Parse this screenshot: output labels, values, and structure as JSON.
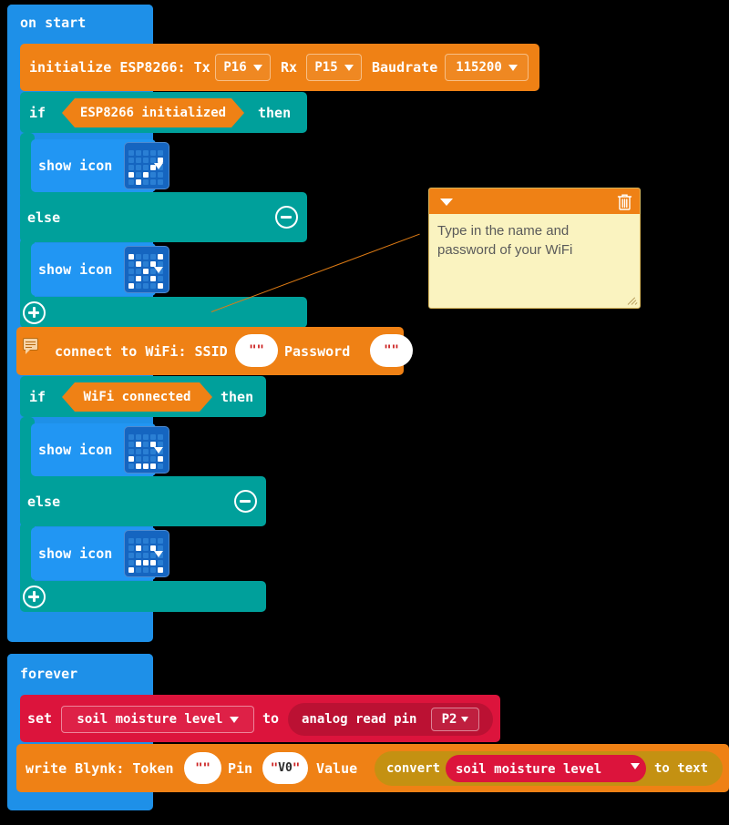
{
  "app": {
    "kind": "makecode-blocks-editor",
    "background": "#000000"
  },
  "colors": {
    "event_blue": "#1e90e8",
    "basic_blue": "#2196f3",
    "logic_teal": "#00a09b",
    "esp_orange": "#ef8115",
    "variables_red": "#dc143c",
    "text_olive": "#c49112",
    "comment_yellow": "#faf3c0",
    "comment_header": "#ef8115",
    "string_field_white": "#ffffff",
    "quote_red": "#cc2222"
  },
  "blocks": {
    "on_start": {
      "label": "on start"
    },
    "initialize": {
      "prefix": "initialize ESP8266: Tx",
      "tx_value": "P16",
      "rx_label": "Rx",
      "rx_value": "P15",
      "baud_label": "Baudrate",
      "baud_value": "115200"
    },
    "if_esp": {
      "if_label": "if",
      "condition": "ESP8266 initialized",
      "then_label": "then",
      "else_label": "else"
    },
    "show_icon_1": {
      "label": "show icon",
      "icon_name": "yes-check-icon"
    },
    "show_icon_2": {
      "label": "show icon",
      "icon_name": "no-cross-icon"
    },
    "connect_wifi": {
      "prefix": "connect to WiFi: SSID",
      "ssid_value": "",
      "password_label": "Password",
      "password_value": ""
    },
    "if_wifi": {
      "if_label": "if",
      "condition": "WiFi connected",
      "then_label": "then",
      "else_label": "else"
    },
    "show_icon_3": {
      "label": "show icon",
      "icon_name": "happy-face-icon"
    },
    "show_icon_4": {
      "label": "show icon",
      "icon_name": "sad-face-icon"
    },
    "forever": {
      "label": "forever"
    },
    "set_var": {
      "set_label": "set",
      "variable": "soil moisture level",
      "to_label": "to",
      "value_block": "analog read pin",
      "pin_value": "P2"
    },
    "write_blynk": {
      "prefix": "write Blynk: Token",
      "token_value": "",
      "pin_label": "Pin",
      "pin_value": "V0",
      "value_label": "Value",
      "convert_label": "convert",
      "convert_variable": "soil moisture level",
      "to_text_label": "to text"
    }
  },
  "comment": {
    "text_line_1": "Type in the name and",
    "text_line_2": "password of your WiFi",
    "collapse_icon": "chevron-down-icon",
    "delete_icon": "trash-icon"
  },
  "led_icons": {
    "yes-check-icon": [
      [
        0,
        0,
        0,
        0,
        0
      ],
      [
        0,
        0,
        0,
        0,
        1
      ],
      [
        0,
        0,
        0,
        1,
        0
      ],
      [
        1,
        0,
        1,
        0,
        0
      ],
      [
        0,
        1,
        0,
        0,
        0
      ]
    ],
    "no-cross-icon": [
      [
        1,
        0,
        0,
        0,
        1
      ],
      [
        0,
        1,
        0,
        1,
        0
      ],
      [
        0,
        0,
        1,
        0,
        0
      ],
      [
        0,
        1,
        0,
        1,
        0
      ],
      [
        1,
        0,
        0,
        0,
        1
      ]
    ],
    "happy-face-icon": [
      [
        0,
        0,
        0,
        0,
        0
      ],
      [
        0,
        1,
        0,
        1,
        0
      ],
      [
        0,
        0,
        0,
        0,
        0
      ],
      [
        1,
        0,
        0,
        0,
        1
      ],
      [
        0,
        1,
        1,
        1,
        0
      ]
    ],
    "sad-face-icon": [
      [
        0,
        0,
        0,
        0,
        0
      ],
      [
        0,
        1,
        0,
        1,
        0
      ],
      [
        0,
        0,
        0,
        0,
        0
      ],
      [
        0,
        1,
        1,
        1,
        0
      ],
      [
        1,
        0,
        0,
        0,
        1
      ]
    ]
  }
}
